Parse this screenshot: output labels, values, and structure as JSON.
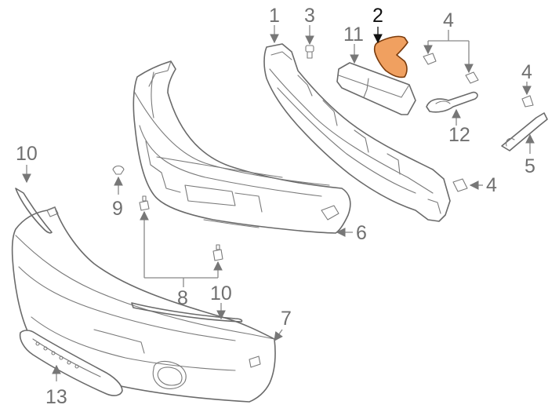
{
  "diagram": {
    "highlight_color": "#f0a060",
    "highlighted_callout": "2",
    "callouts": {
      "c1": "1",
      "c2": "2",
      "c3": "3",
      "c4a": "4",
      "c4b": "4",
      "c4c": "4",
      "c5": "5",
      "c6": "6",
      "c7": "7",
      "c8": "8",
      "c9": "9",
      "c10a": "10",
      "c10b": "10",
      "c11": "11",
      "c12": "12",
      "c13": "13"
    }
  }
}
